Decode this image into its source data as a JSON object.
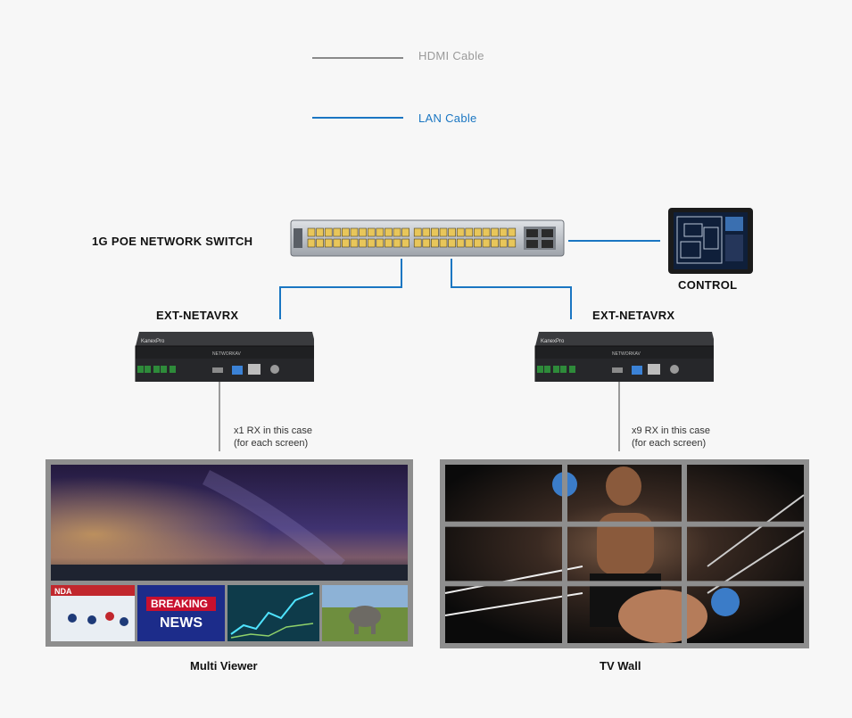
{
  "legend": {
    "hdmi": {
      "label": "HDMI Cable",
      "color": "#8a8a8a"
    },
    "lan": {
      "label": "LAN Cable",
      "color": "#1a76c2"
    }
  },
  "switch": {
    "label": "1G POE NETWORK SWITCH"
  },
  "control": {
    "label": "CONTROL"
  },
  "receivers": [
    {
      "label": "EXT-NETAVRX",
      "brand": "KanexPro",
      "model": "NETWORKAV",
      "caption": [
        "x1 RX in this case",
        "(for each screen)"
      ]
    },
    {
      "label": "EXT-NETAVRX",
      "brand": "KanexPro",
      "model": "NETWORKAV",
      "caption": [
        "x9 RX in this case",
        "(for each screen)"
      ]
    }
  ],
  "multiviewer": {
    "label": "Multi Viewer",
    "thumbnails": [
      "hockey",
      "BREAKING NEWS",
      "stock-chart",
      "elephant"
    ],
    "breaking_news": {
      "line1": "BREAKING",
      "line2": "NEWS"
    }
  },
  "tvwall": {
    "label": "TV Wall",
    "rows": 3,
    "cols": 3
  }
}
